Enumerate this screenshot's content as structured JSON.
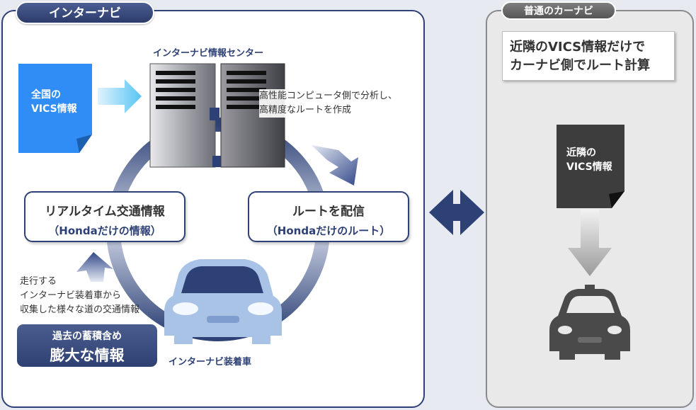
{
  "left_panel": {
    "tab_label": "インターナビ",
    "center_label": "インターナビ情報センター",
    "national_vics_lines": [
      "全国の",
      "VICS情報"
    ],
    "server_note_lines": [
      "高性能コンピュータ側で分析し、",
      "高精度なルートを作成"
    ],
    "realtime_bubble": {
      "line1": "リアルタイム交通情報",
      "line2": "（Hondaだけの情報）"
    },
    "route_bubble": {
      "line1": "ルートを配信",
      "line2": "（Hondaだけのルート）"
    },
    "collect_note_lines": [
      "走行する",
      "インターナビ装着車から",
      "収集した様々な道の交通情報"
    ],
    "info_box": {
      "line1": "過去の蓄積含め",
      "line2": "膨大な情報"
    },
    "car_label": "インターナビ装着車"
  },
  "right_panel": {
    "tab_label": "普通のカーナビ",
    "headline_lines": [
      "近隣のVICS情報だけで",
      "カーナビ側でルート計算"
    ],
    "nearby_vics_lines": [
      "近隣の",
      "VICS情報"
    ]
  },
  "colors": {
    "navy": "#2e4176",
    "blue_doc": "#2f8df5",
    "car_light": "#a9c3e6",
    "gray_dark": "#3d3d3d",
    "right_bg": "#e9e9e9"
  },
  "icons": [
    "server-icon",
    "document-icon",
    "car-icon",
    "double-arrow-icon",
    "arrow-down-icon"
  ]
}
